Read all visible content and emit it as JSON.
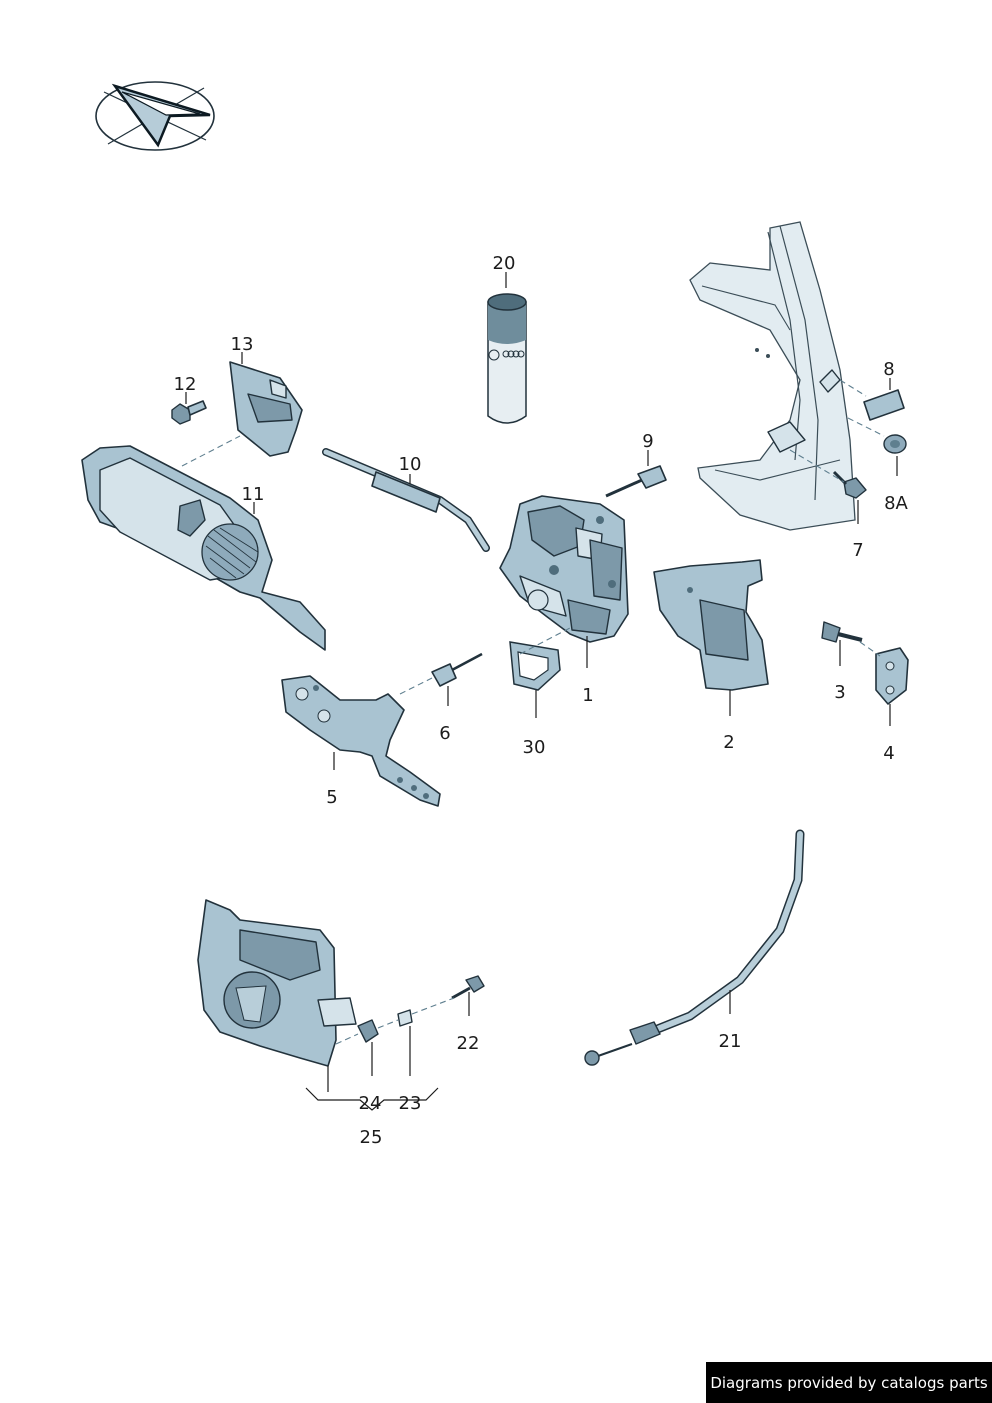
{
  "diagram": {
    "callouts": {
      "p1": "1",
      "p2": "2",
      "p3": "3",
      "p4": "4",
      "p5": "5",
      "p6": "6",
      "p7": "7",
      "p8": "8",
      "p8a": "8A",
      "p9": "9",
      "p10": "10",
      "p11": "11",
      "p12": "12",
      "p13": "13",
      "p20": "20",
      "p21": "21",
      "p22": "22",
      "p23": "23",
      "p24": "24",
      "p25": "25",
      "p30": "30"
    }
  },
  "footer": {
    "text": "Diagrams provided by catalogs parts"
  },
  "colors": {
    "part_fill": "#a9c3d1",
    "part_dark": "#7d99a9",
    "outline": "#22323c",
    "banner_bg": "#000000",
    "banner_text": "#ffffff"
  }
}
